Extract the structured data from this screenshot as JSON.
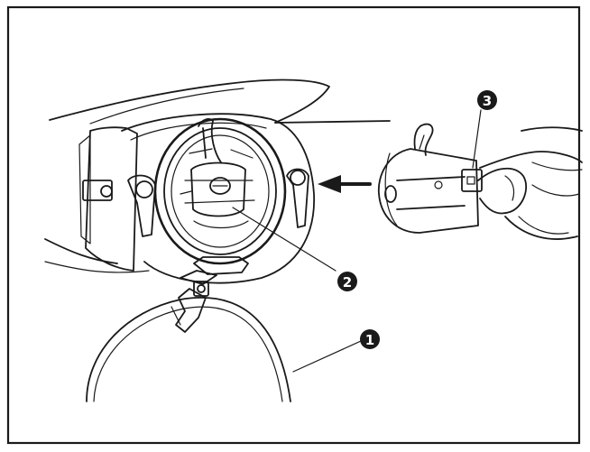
{
  "figure": {
    "border_color": "#1a1a1a",
    "ink_color": "#1a1a1a",
    "background": "#ffffff"
  },
  "callouts": [
    {
      "id": "callout-1",
      "label": "1"
    },
    {
      "id": "callout-2",
      "label": "2"
    },
    {
      "id": "callout-3",
      "label": "3"
    }
  ],
  "icons": {
    "insert_arrow": "arrow-left-icon"
  }
}
